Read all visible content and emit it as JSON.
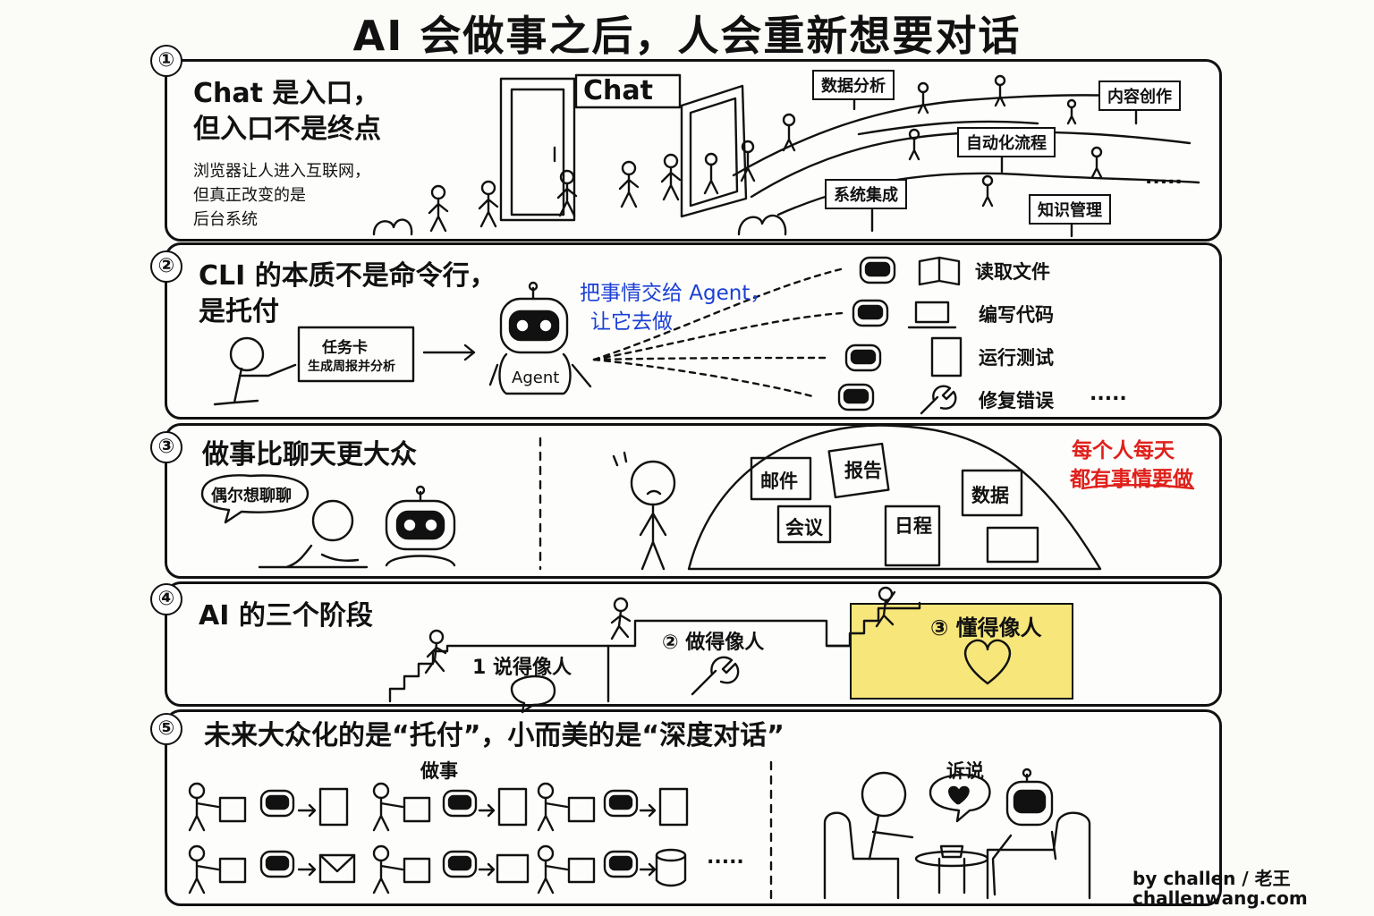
{
  "title": "AI 会做事之后，人会重新想要对话",
  "numbers": [
    "①",
    "②",
    "③",
    "④",
    "⑤"
  ],
  "section1": {
    "title_line1": "Chat 是入口，",
    "title_line2": "但入口不是终点",
    "desc_line1": "浏览器让人进入互联网，",
    "desc_line2": "但真正改变的是",
    "desc_line3": "后台系统",
    "door_sign": "Chat",
    "signs": [
      "数据分析",
      "内容创作",
      "自动化流程",
      "系统集成",
      "知识管理"
    ],
    "ellipsis": "....."
  },
  "section2": {
    "title_line1": "CLI 的本质不是命令行，",
    "title_line2": "是托付",
    "card_line1": "任务卡",
    "card_line2": "生成周报并分析",
    "agent_label": "Agent",
    "callout_line1": "把事情交给 Agent，",
    "callout_line2": "让它去做",
    "tasks": [
      "读取文件",
      "编写代码",
      "运行测试",
      "修复错误"
    ],
    "ellipsis": "....."
  },
  "section3": {
    "title": "做事比聊天更大众",
    "bubble": "偶尔想聊聊",
    "pile_labels": [
      "邮件",
      "报告",
      "会议",
      "日程",
      "数据"
    ],
    "note_line1": "每个人每天",
    "note_line2": "都有事情要做",
    "note_color": "#e0201b"
  },
  "section4": {
    "title": "AI 的三个阶段",
    "stage1": "1 说得像人",
    "stage2": "② 做得像人",
    "stage3": "③ 懂得像人",
    "highlight_color": "#f7e67a"
  },
  "section5": {
    "title": "未来大众化的是“托付”，小而美的是“深度对话”",
    "left_label": "做事",
    "right_label": "诉说",
    "ellipsis": "....."
  },
  "credit_line1": "by challen / 老王",
  "credit_line2": "challenwang.com",
  "accent_blue": "#1b3fd6"
}
